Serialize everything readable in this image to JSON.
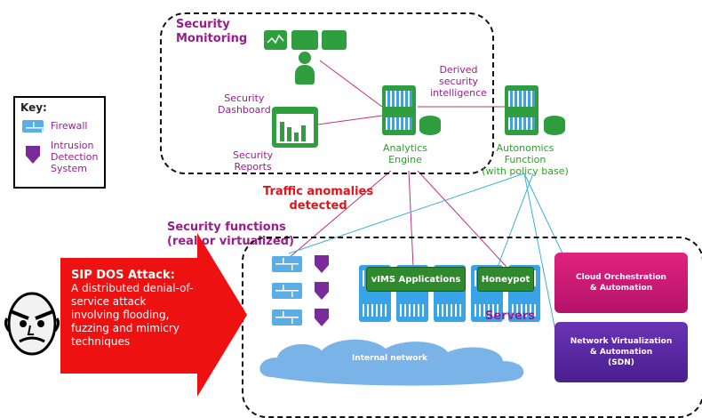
{
  "key": {
    "title": "Key:",
    "firewall": "Firewall",
    "ids_line1": "Intrusion",
    "ids_line2": "Detection",
    "ids_line3": "System"
  },
  "monitoring": {
    "title_line1": "Security",
    "title_line2": "Monitoring",
    "dashboard_line1": "Security",
    "dashboard_line2": "Dashboard",
    "reports_line1": "Security",
    "reports_line2": "Reports",
    "derived_line1": "Derived",
    "derived_line2": "security",
    "derived_line3": "intelligence",
    "analytics_line1": "Analytics",
    "analytics_line2": "Engine",
    "autonomics_line1": "Autonomics",
    "autonomics_line2": "Function",
    "autonomics_line3": "(with policy base)"
  },
  "anomalies": {
    "line1": "Traffic anomalies",
    "line2": "detected"
  },
  "functions": {
    "line1": "Security functions",
    "line2": "(real or virtualized)"
  },
  "attack": {
    "title": "SIP DOS Attack:",
    "line1": "A distributed denial-of-",
    "line2": "service attack",
    "line3": "involving flooding,",
    "line4": "fuzzing and mimicry",
    "line5": "techniques"
  },
  "network": {
    "vims": "vIMS Applications",
    "honeypot": "Honeypot",
    "servers": "Servers",
    "internal": "Internal network",
    "cloud_line1": "Cloud Orchestration",
    "cloud_line2": "& Automation",
    "nv_line1": "Network Virtualization",
    "nv_line2": "& Automation",
    "nv_line3": "(SDN)"
  },
  "colors": {
    "purple_label": "#9b1d8c",
    "green_label": "#2ca02c",
    "red_label": "#e0141a",
    "cloud_panel": "#d41a7a",
    "nv_panel": "#5a2aa0",
    "server_blue": "#38a3e6"
  }
}
